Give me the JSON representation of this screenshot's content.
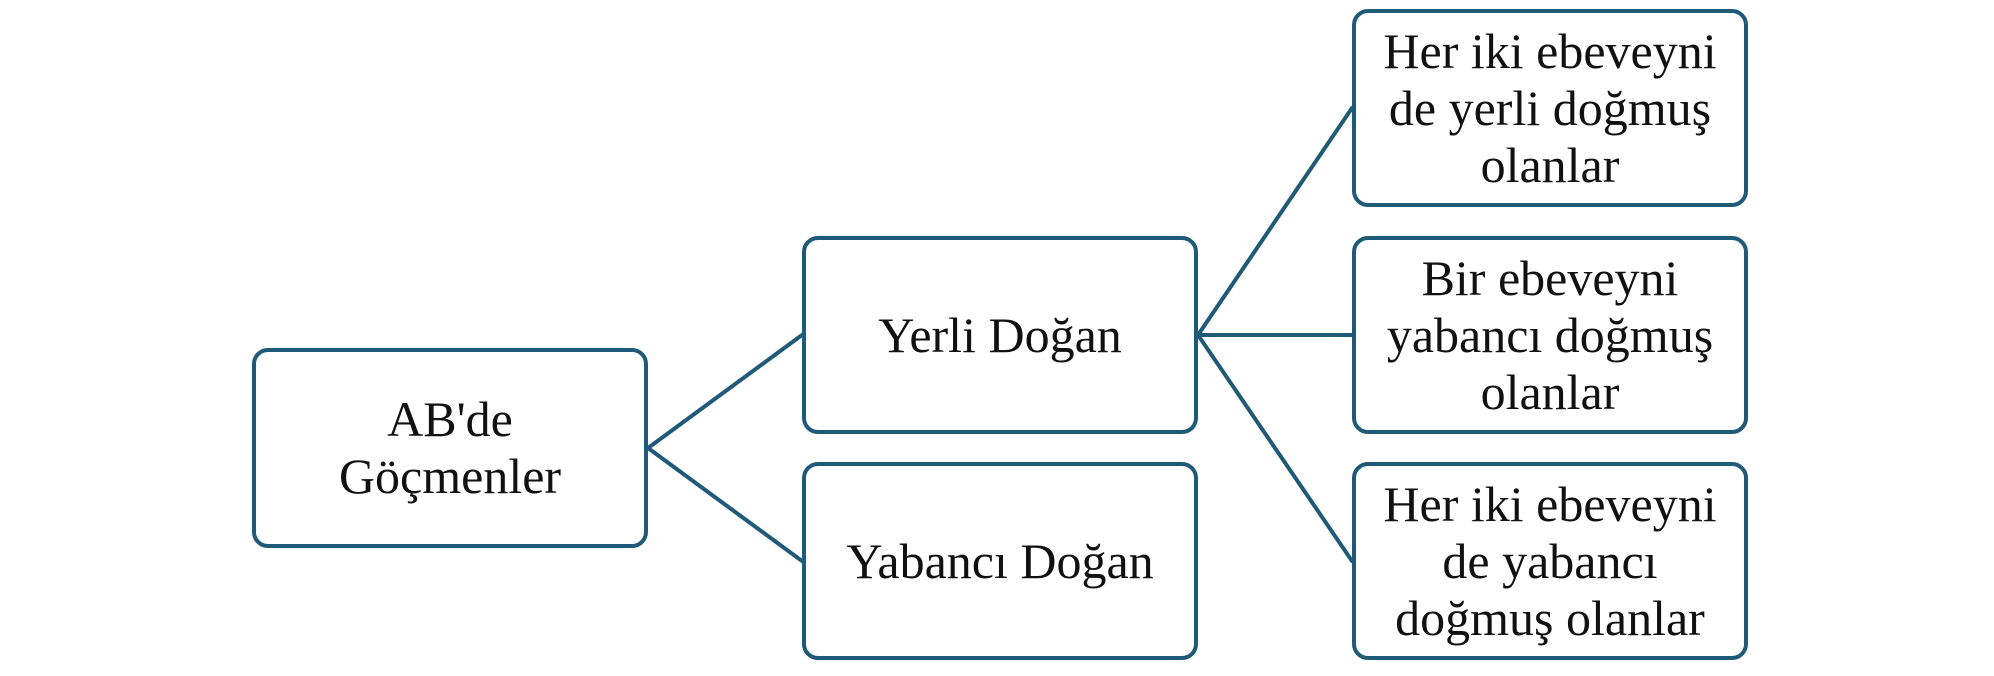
{
  "colors": {
    "border": "#1f5a78",
    "connector": "#1f5a78",
    "text": "#111111",
    "background": "#ffffff"
  },
  "nodes": {
    "root": "AB'de Göçmenler",
    "native_born": "Yerli Doğan",
    "foreign_born": "Yabancı Doğan",
    "both_parents_native": "Her iki ebeveyni de yerli doğmuş olanlar",
    "one_parent_foreign": "Bir ebeveyni yabancı doğmuş olanlar",
    "both_parents_foreign": "Her iki ebeveyni de yabancı doğmuş olanlar"
  }
}
